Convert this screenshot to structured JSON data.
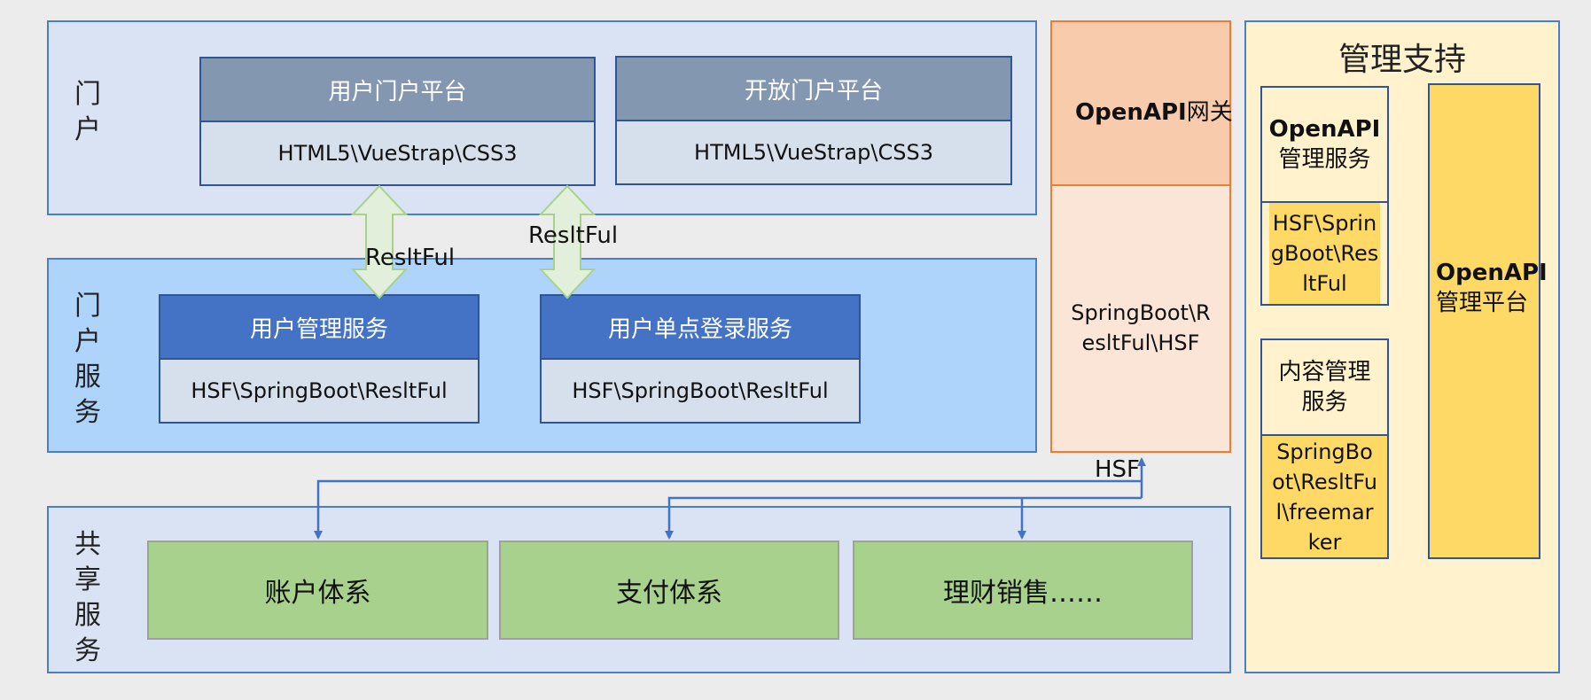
{
  "portal": {
    "label": "门户",
    "cards": [
      {
        "title": "用户门户平台",
        "tech": "HTML5\\VueStrap\\CSS3"
      },
      {
        "title": "开放门户平台",
        "tech": "HTML5\\VueStrap\\CSS3"
      }
    ]
  },
  "portal_services": {
    "label": "门户服务",
    "cards": [
      {
        "title": "用户管理服务",
        "tech": "HSF\\SpringBoot\\ResltFul"
      },
      {
        "title": "用户单点登录服务",
        "tech": "HSF\\SpringBoot\\ResltFul"
      }
    ]
  },
  "arrows": {
    "left_label": "ResltFul",
    "right_label": "ResltFul",
    "hsf_label": "HSF"
  },
  "shared_services": {
    "label": "共享服务",
    "items": [
      "账户体系",
      "支付体系",
      "理财销售……"
    ]
  },
  "gateway": {
    "title_bold": "OpenAPI",
    "title_rest": "网关",
    "tech": "SpringBoot\\ResltFul\\HSF"
  },
  "management": {
    "title": "管理支持",
    "openapi_service": {
      "title_bold": "OpenAPI",
      "title_rest": "管理服务",
      "tech": "HSF\\SpringBoot\\ResltFul"
    },
    "content_service": {
      "title": "内容管理服务",
      "tech": "SpringBoot\\ResltFul\\freemarker"
    },
    "platform": {
      "title_bold": "OpenAPI",
      "title_rest": "管理平台"
    }
  },
  "colors": {
    "card_header": "#8497b0",
    "service_header": "#4472c4",
    "portal_panel": "#dae3f3",
    "service_panel": "#aed4fb",
    "gateway_head": "#f8cbad",
    "gateway_body": "#fbe5d6",
    "mgmt_bg": "#fff2cc",
    "mgmt_box": "#ffd966",
    "shared_item": "#a9d18e",
    "arrow_green": "#e2efda",
    "connector": "#4472c4"
  }
}
